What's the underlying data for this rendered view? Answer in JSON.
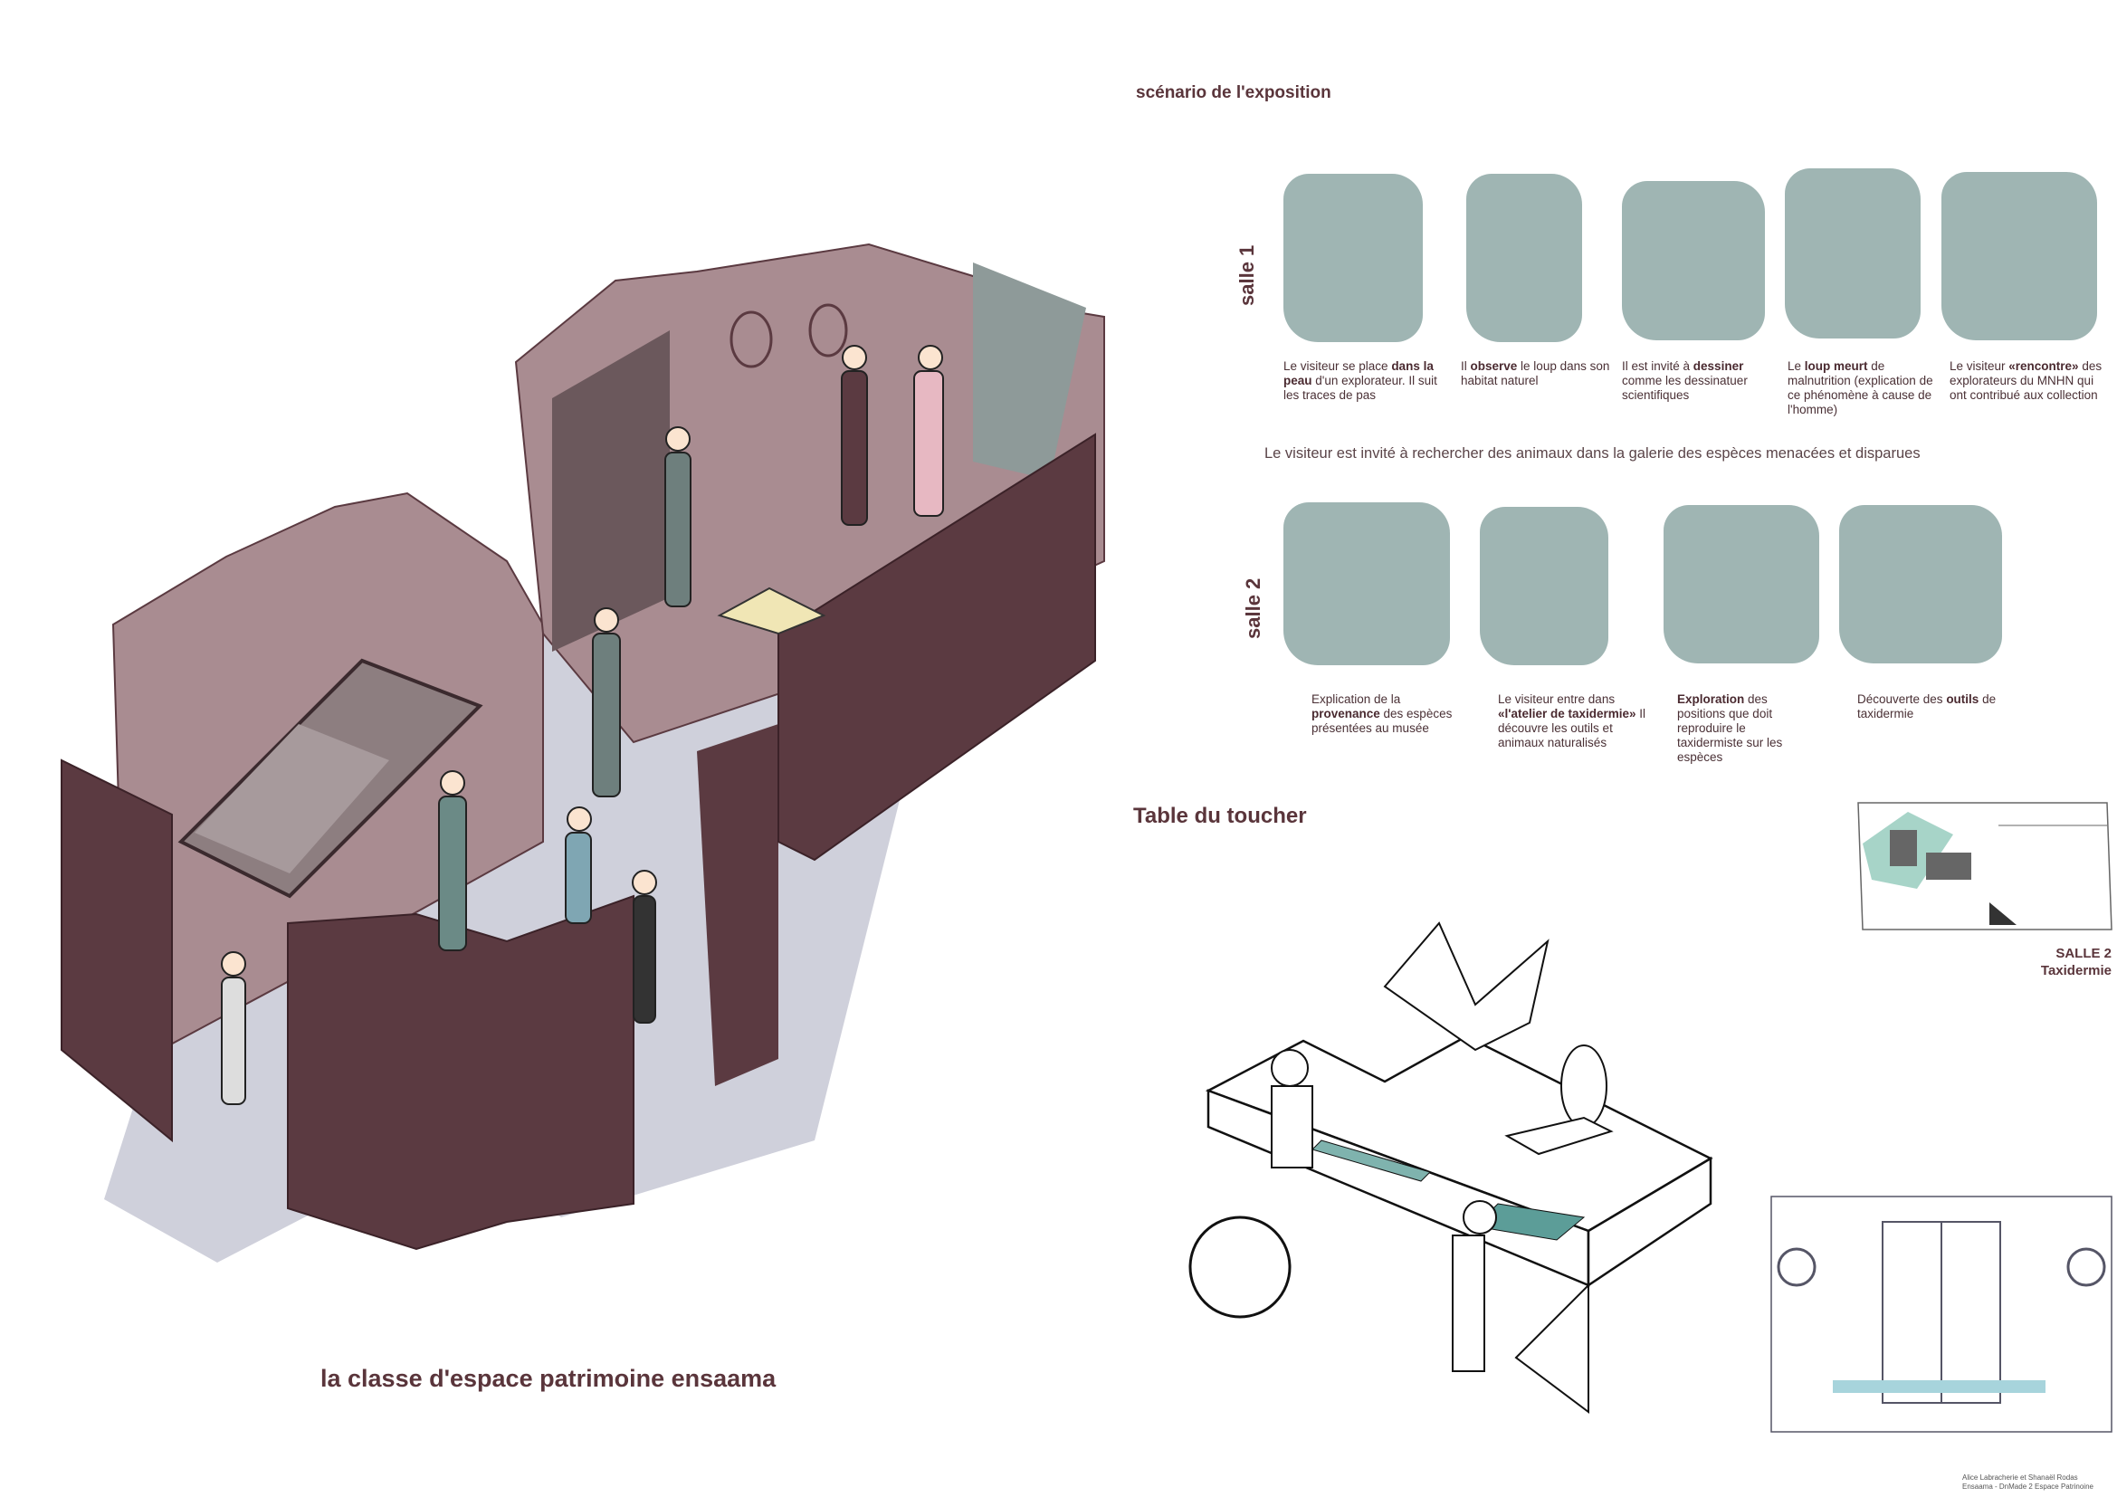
{
  "main_caption": "la classe d'espace patrimoine ensaama",
  "scenario": {
    "title": "scénario de l'exposition",
    "salle1": {
      "label": "salle 1",
      "steps": [
        {
          "pre": "Le visiteur se place ",
          "bold": "dans la peau",
          "post": " d'un explorateur. Il suit les traces de pas"
        },
        {
          "pre": "Il ",
          "bold": "observe",
          "post": " le loup dans son habitat naturel"
        },
        {
          "pre": "Il est invité à ",
          "bold": "dessiner",
          "post": " comme les dessinatuer scientifiques"
        },
        {
          "pre": "Le ",
          "bold": "loup meurt",
          "post": " de malnutrition (explication de ce phénomène à cause de l'homme)"
        },
        {
          "pre": "Le visiteur ",
          "bold": "«rencontre»",
          "post": " des explorateurs du MNHN qui ont contribué aux collection"
        }
      ]
    },
    "transition": "Le visiteur est invité à rechercher des animaux dans la galerie des espèces menacées et disparues",
    "salle2": {
      "label": "salle 2",
      "steps": [
        {
          "pre": "Explication de la ",
          "bold": "provenance",
          "post": " des espèces présentées au musée"
        },
        {
          "pre": "Le visiteur entre dans ",
          "bold": "«l'atelier de taxidermie»",
          "post": " Il découvre les outils et animaux naturalisés"
        },
        {
          "pre": "",
          "bold": "Exploration",
          "post": " des positions que doit reproduire le taxidermiste sur les espèces"
        },
        {
          "pre": "Découverte des ",
          "bold": "outils",
          "post": " de taxidermie"
        }
      ]
    }
  },
  "table": {
    "title": "Table du toucher",
    "plan_label_1": "SALLE 2",
    "plan_label_2": "Taxidermie"
  },
  "credits": {
    "line1": "Alice Labracherie et Shanaël Rodas",
    "line2": "Ensaama - DnMade 2 Espace Patrinoine"
  },
  "colors": {
    "wall": "#8a6a70",
    "wall_dark": "#5b3a41",
    "floor": "#cfd0db",
    "panel": "#9fb5b3",
    "text": "#4a3035"
  }
}
